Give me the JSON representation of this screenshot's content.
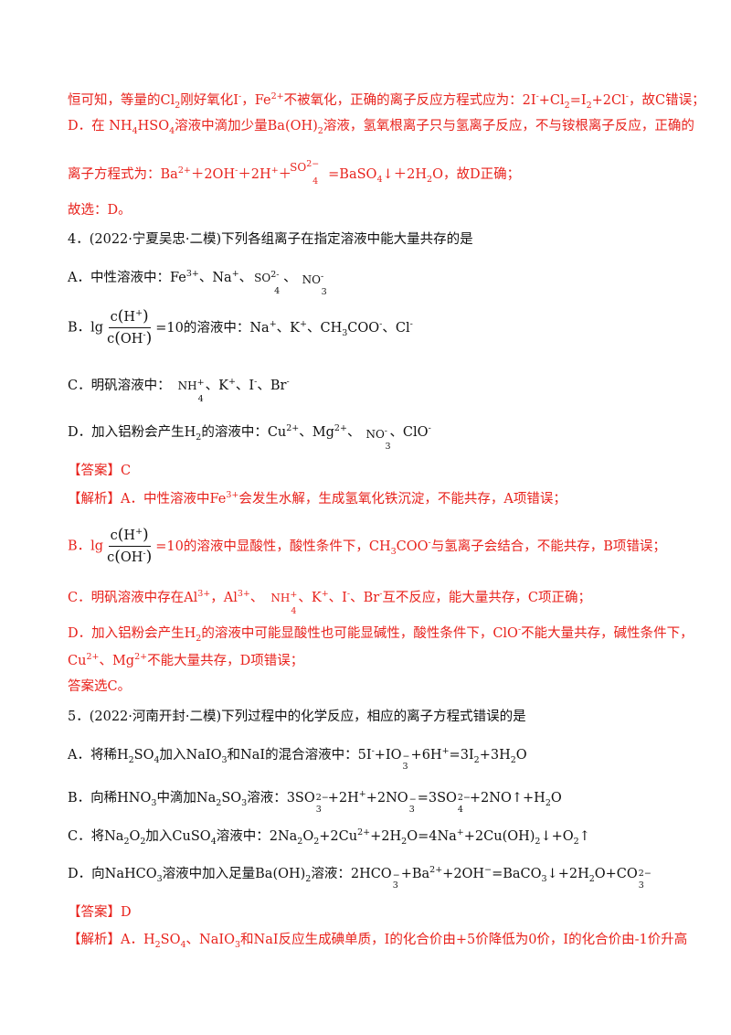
{
  "colors": {
    "answer_red": "#e8221c",
    "text_black": "#111111"
  },
  "l1": {
    "a": "恒可知，等量的Cl",
    "b": "2",
    "c": "刚好氧化I",
    "d": "-",
    "e": "，Fe",
    "f": "2+",
    "g": "不被氧化，正确的离子反应方程式应为：2I",
    "h": "-",
    "i": "+Cl",
    "j": "2",
    "k": "=I",
    "l": "2",
    "m": "+2Cl",
    "n": "-",
    "o": "，故C错误；"
  },
  "l2": {
    "a": "D．在 NH",
    "b": "4",
    "c": "HSO",
    "d": "4",
    "e": "溶液中滴加少量Ba(OH)",
    "f": "2",
    "g": "溶液，氢氧根离子只与氢离子反应，不与铵根离子反应，正确的"
  },
  "l3": {
    "a": "离子方程式为：Ba",
    "b": "2+",
    "c": "＋2OH",
    "d": "-",
    "e": "＋2H",
    "f": "+",
    "g": "＋",
    "so": "SO",
    "so_sub": "4",
    "so_sup": "2−",
    "h": "=BaSO",
    "i": "4",
    "j": "↓＋2H",
    "k": "2",
    "l": "O，故D正确；"
  },
  "l4": {
    "text": "故选：D。"
  },
  "q4": {
    "stem": "4．(2022·宁夏吴忠·二模)下列各组离子在指定溶液中能大量共存的是",
    "A": {
      "a": "A．中性溶液中：Fe",
      "b": "3+",
      "c": "、Na",
      "d": "+",
      "e": "、",
      "f": "、",
      "so": "SO",
      "so_sub": "4",
      "so_sup": "2-",
      "no": "NO",
      "no_sub": "3",
      "no_sup": "-"
    },
    "B": {
      "a": "B．lg",
      "num_c": "c",
      "num_h": "H",
      "num_hsup": "+",
      "den_c": "c",
      "den_oh": "OH",
      "den_ohsup": "-",
      "b": "=10的溶液中：Na",
      "c": "+",
      "d": "、K",
      "e": "+",
      "f": "、CH",
      "g": "3",
      "h": "COO",
      "i": "-",
      "j": "、Cl",
      "k": "-"
    },
    "C": {
      "a": "C．明矾溶液中：",
      "nh": "NH",
      "nh_sub": "4",
      "nh_sup": "+",
      "b": "、K",
      "c": "+",
      "d": "、I",
      "e": "-",
      "f": "、Br",
      "g": "-"
    },
    "D": {
      "a": "D．加入铝粉会产生H",
      "b": "2",
      "c": "的溶液中：Cu",
      "d": "2+",
      "e": "、Mg",
      "f": "2+",
      "g": "、",
      "no": "NO",
      "no_sub": "3",
      "no_sup": "-",
      "h": "、ClO",
      "i": "-"
    },
    "answer_tag": "【答案】",
    "answer": "C",
    "exp_tag": "【解析】",
    "e1": {
      "a": "A．中性溶液中Fe",
      "b": "3+",
      "c": "会发生水解，生成氢氧化铁沉淀，不能共存，A项错误；"
    },
    "e2": {
      "a": "B．lg",
      "b": "=10的溶液中显酸性，酸性条件下，CH",
      "c": "3",
      "d": "COO",
      "e": "-",
      "f": "与氢离子会结合，不能共存，B项错误；"
    },
    "e3": {
      "a": "C．明矾溶液中存在Al",
      "b": "3+",
      "c": "，Al",
      "d": "3+",
      "e": "、",
      "f": "、K",
      "g": "+",
      "h": "、I",
      "i": "-",
      "j": "、Br",
      "k": "-",
      "l": "互不反应，能大量共存，C项正确；"
    },
    "e4": {
      "a": "D．加入铝粉会产生H",
      "b": "2",
      "c": "的溶液中可能显酸性也可能显碱性，酸性条件下，ClO",
      "d": "-",
      "e": "不能大量共存，碱性条件下，"
    },
    "e5": {
      "a": "Cu",
      "b": "2+",
      "c": "、Mg",
      "d": "2+",
      "e": "不能大量共存，D项错误；"
    },
    "e6": {
      "text": "答案选C。"
    }
  },
  "q5": {
    "stem": "5．(2022·河南开封·二模)下列过程中的化学反应，相应的离子方程式错误的是",
    "A": {
      "a": "A．将稀H",
      "b": "2",
      "c": "SO",
      "d": "4",
      "e": "加入NaIO",
      "f": "3",
      "g": "和NaI的混合溶液中：5I",
      "h": "-",
      "i": "+IO",
      "ia": "−",
      "ib": "3",
      "j": "+6H",
      "k": "+",
      "l": "=3I",
      "m": "2",
      "n": "+3H",
      "o": "2",
      "p": "O"
    },
    "B": {
      "a": "B．向稀HNO",
      "b": "3",
      "c": "中滴加Na",
      "d": "2",
      "e": "SO",
      "f": "3",
      "g": "溶液：3SO",
      "ga": "2−",
      "gb": "3",
      "h": "+2H",
      "i": "+",
      "j": "+2NO",
      "ja": "−",
      "jb": "3",
      "k": "=3SO",
      "ka": "2−",
      "kb": "4",
      "l": "+2NO↑+H",
      "m": "2",
      "n": "O"
    },
    "C": {
      "a": "C．将Na",
      "b": "2",
      "c": "O",
      "d": "2",
      "e": "加入CuSO",
      "f": "4",
      "g": "溶液中：2Na",
      "h": "2",
      "i": "O",
      "j": "2",
      "k": "+2Cu",
      "l": "2+",
      "m": "+2H",
      "n": "2",
      "o": "O=4Na",
      "p": "+",
      "q": "+2Cu(OH)",
      "r": "2",
      "s": "↓+O",
      "t": "2",
      "u": "↑"
    },
    "D": {
      "a": "D．向NaHCO",
      "b": "3",
      "c": "溶液中加入足量Ba(OH)",
      "d": "2",
      "e": "溶液：2HCO",
      "ea": "−",
      "eb": "3",
      "f": "+Ba",
      "g": "2+",
      "h": "+2OH",
      "i": "−",
      "j": "=BaCO",
      "k": "3",
      "l": "↓+2H",
      "m": "2",
      "n": "O+CO",
      "na": "2−",
      "nb": "3"
    },
    "answer_tag": "【答案】",
    "answer": "D",
    "exp_tag": "【解析】",
    "e1": {
      "a": "A．H",
      "b": "2",
      "c": "SO",
      "d": "4",
      "e": "、NaIO",
      "f": "3",
      "g": "和NaI反应生成碘单质，I的化合价由+5价降低为0价，I的化合价由-1价升高"
    }
  }
}
